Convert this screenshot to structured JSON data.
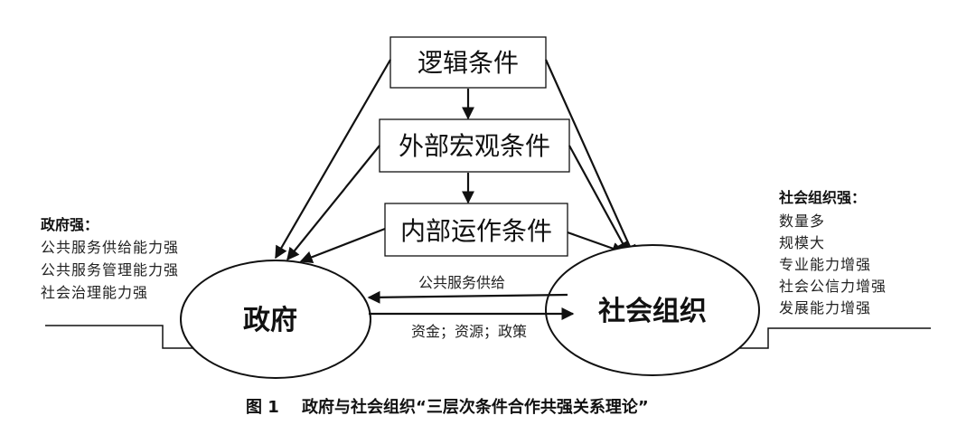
{
  "boxes": {
    "logic": "逻辑条件",
    "macro": "外部宏观条件",
    "internal": "内部运作条件"
  },
  "nodes": {
    "government": "政府",
    "social_org": "社会组织"
  },
  "arrows": {
    "to_government": "公共服务供给",
    "to_social_org": "资金；资源；政策"
  },
  "government_strong": {
    "title": "政府强：",
    "items": [
      "公共服务供给能力强",
      "公共服务管理能力强",
      "社会治理能力强"
    ]
  },
  "social_strong": {
    "title": "社会组织强：",
    "items": [
      "数量多",
      "规模大",
      "专业能力增强",
      "社会公信力增强",
      "发展能力增强"
    ]
  },
  "caption": {
    "number": "图 1",
    "title": "政府与社会组织“三层次条件合作共强关系理论”"
  }
}
